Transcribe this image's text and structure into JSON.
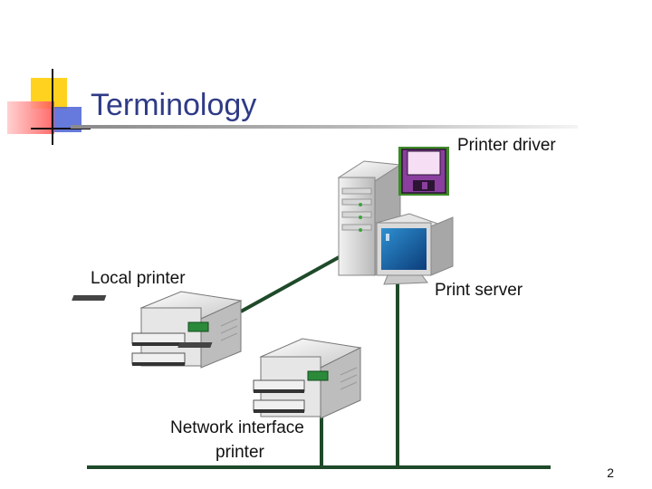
{
  "slide": {
    "title": "Terminology",
    "page_number": "2"
  },
  "labels": {
    "printer_driver": "Printer driver",
    "print_server": "Print server",
    "local_printer": "Local printer",
    "network_printer_line1": "Network interface",
    "network_printer_line2": "printer"
  },
  "colors": {
    "title": "#2f3b86",
    "network_cable": "#1f4a2a",
    "accent_yellow": "#ffd21f",
    "accent_blue": "#4a63d6",
    "accent_red": "#ff4f4f",
    "floppy": "#8a3f9f"
  },
  "icons": {
    "deco": "slide-corner-decoration",
    "driver": "floppy-disk-icon",
    "server": "desktop-computer-icon",
    "printers": "laser-printer-icon"
  }
}
